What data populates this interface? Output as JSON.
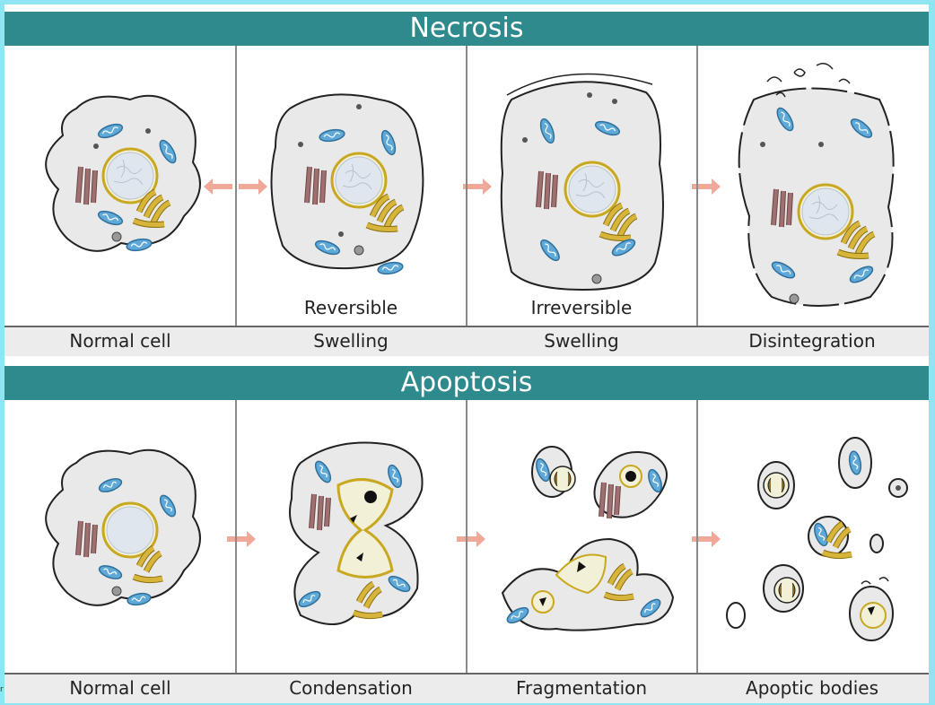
{
  "necrosis": {
    "title": "Necrosis",
    "sublabels": [
      "Reversible",
      "Irreversible"
    ],
    "labels": [
      "Normal cell",
      "Swelling",
      "Swelling",
      "Disintegration"
    ]
  },
  "apoptosis": {
    "title": "Apoptosis",
    "labels": [
      "Normal cell",
      "Condensation",
      "Fragmentation",
      "Apoptic bodies"
    ]
  },
  "corner_char": "r",
  "colors": {
    "title_bar": "#2e8a8c",
    "background": "#8fe6f2",
    "cell": "#e9e9e9",
    "mitochondria": "#5ea9d8",
    "golgi": "#d6b53a",
    "er": "#a07070",
    "arrow": "#f0a898"
  }
}
